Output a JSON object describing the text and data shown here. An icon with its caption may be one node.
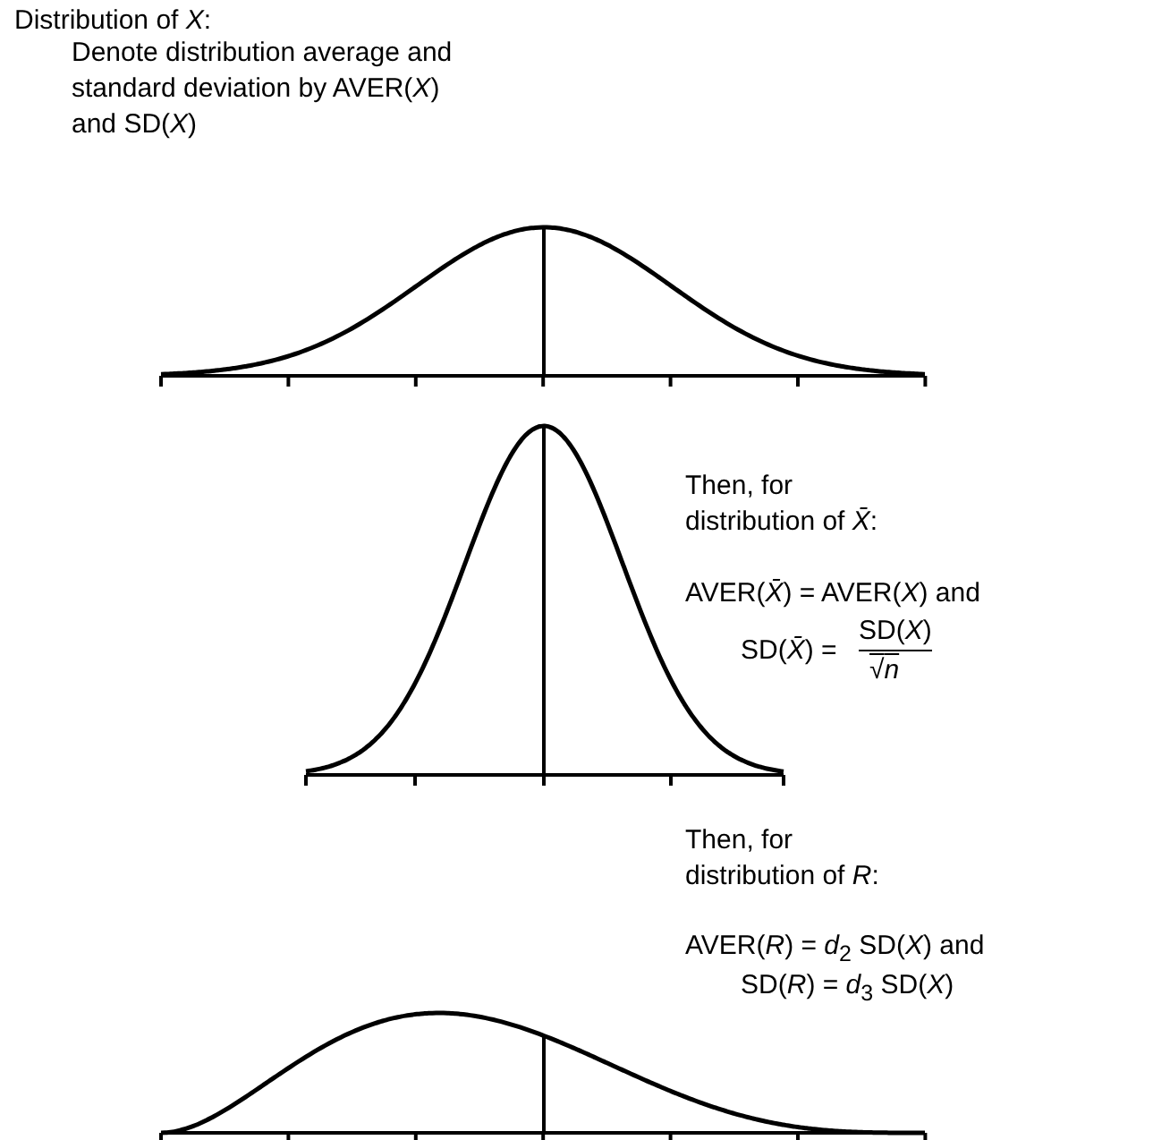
{
  "diagram": {
    "title": "Distribution of *X*:",
    "labels": [
      "Denote distribution average and standard deviation by AVER(*X*) and SD(*X*)",
      "Then, for distribution of *X̄*:",
      "AVER(*X̄*) = AVER(*X*) and",
      "SD(*X̄*) =",
      "SD(*X*)",
      "√*n*",
      "Then, for distribution of *R*:",
      "AVER(*R*) = *d*$_{2}$ SD(*X*) and",
      "SD(*R*) = *d*$_{3}$ SD(*X*)"
    ]
  }
}
